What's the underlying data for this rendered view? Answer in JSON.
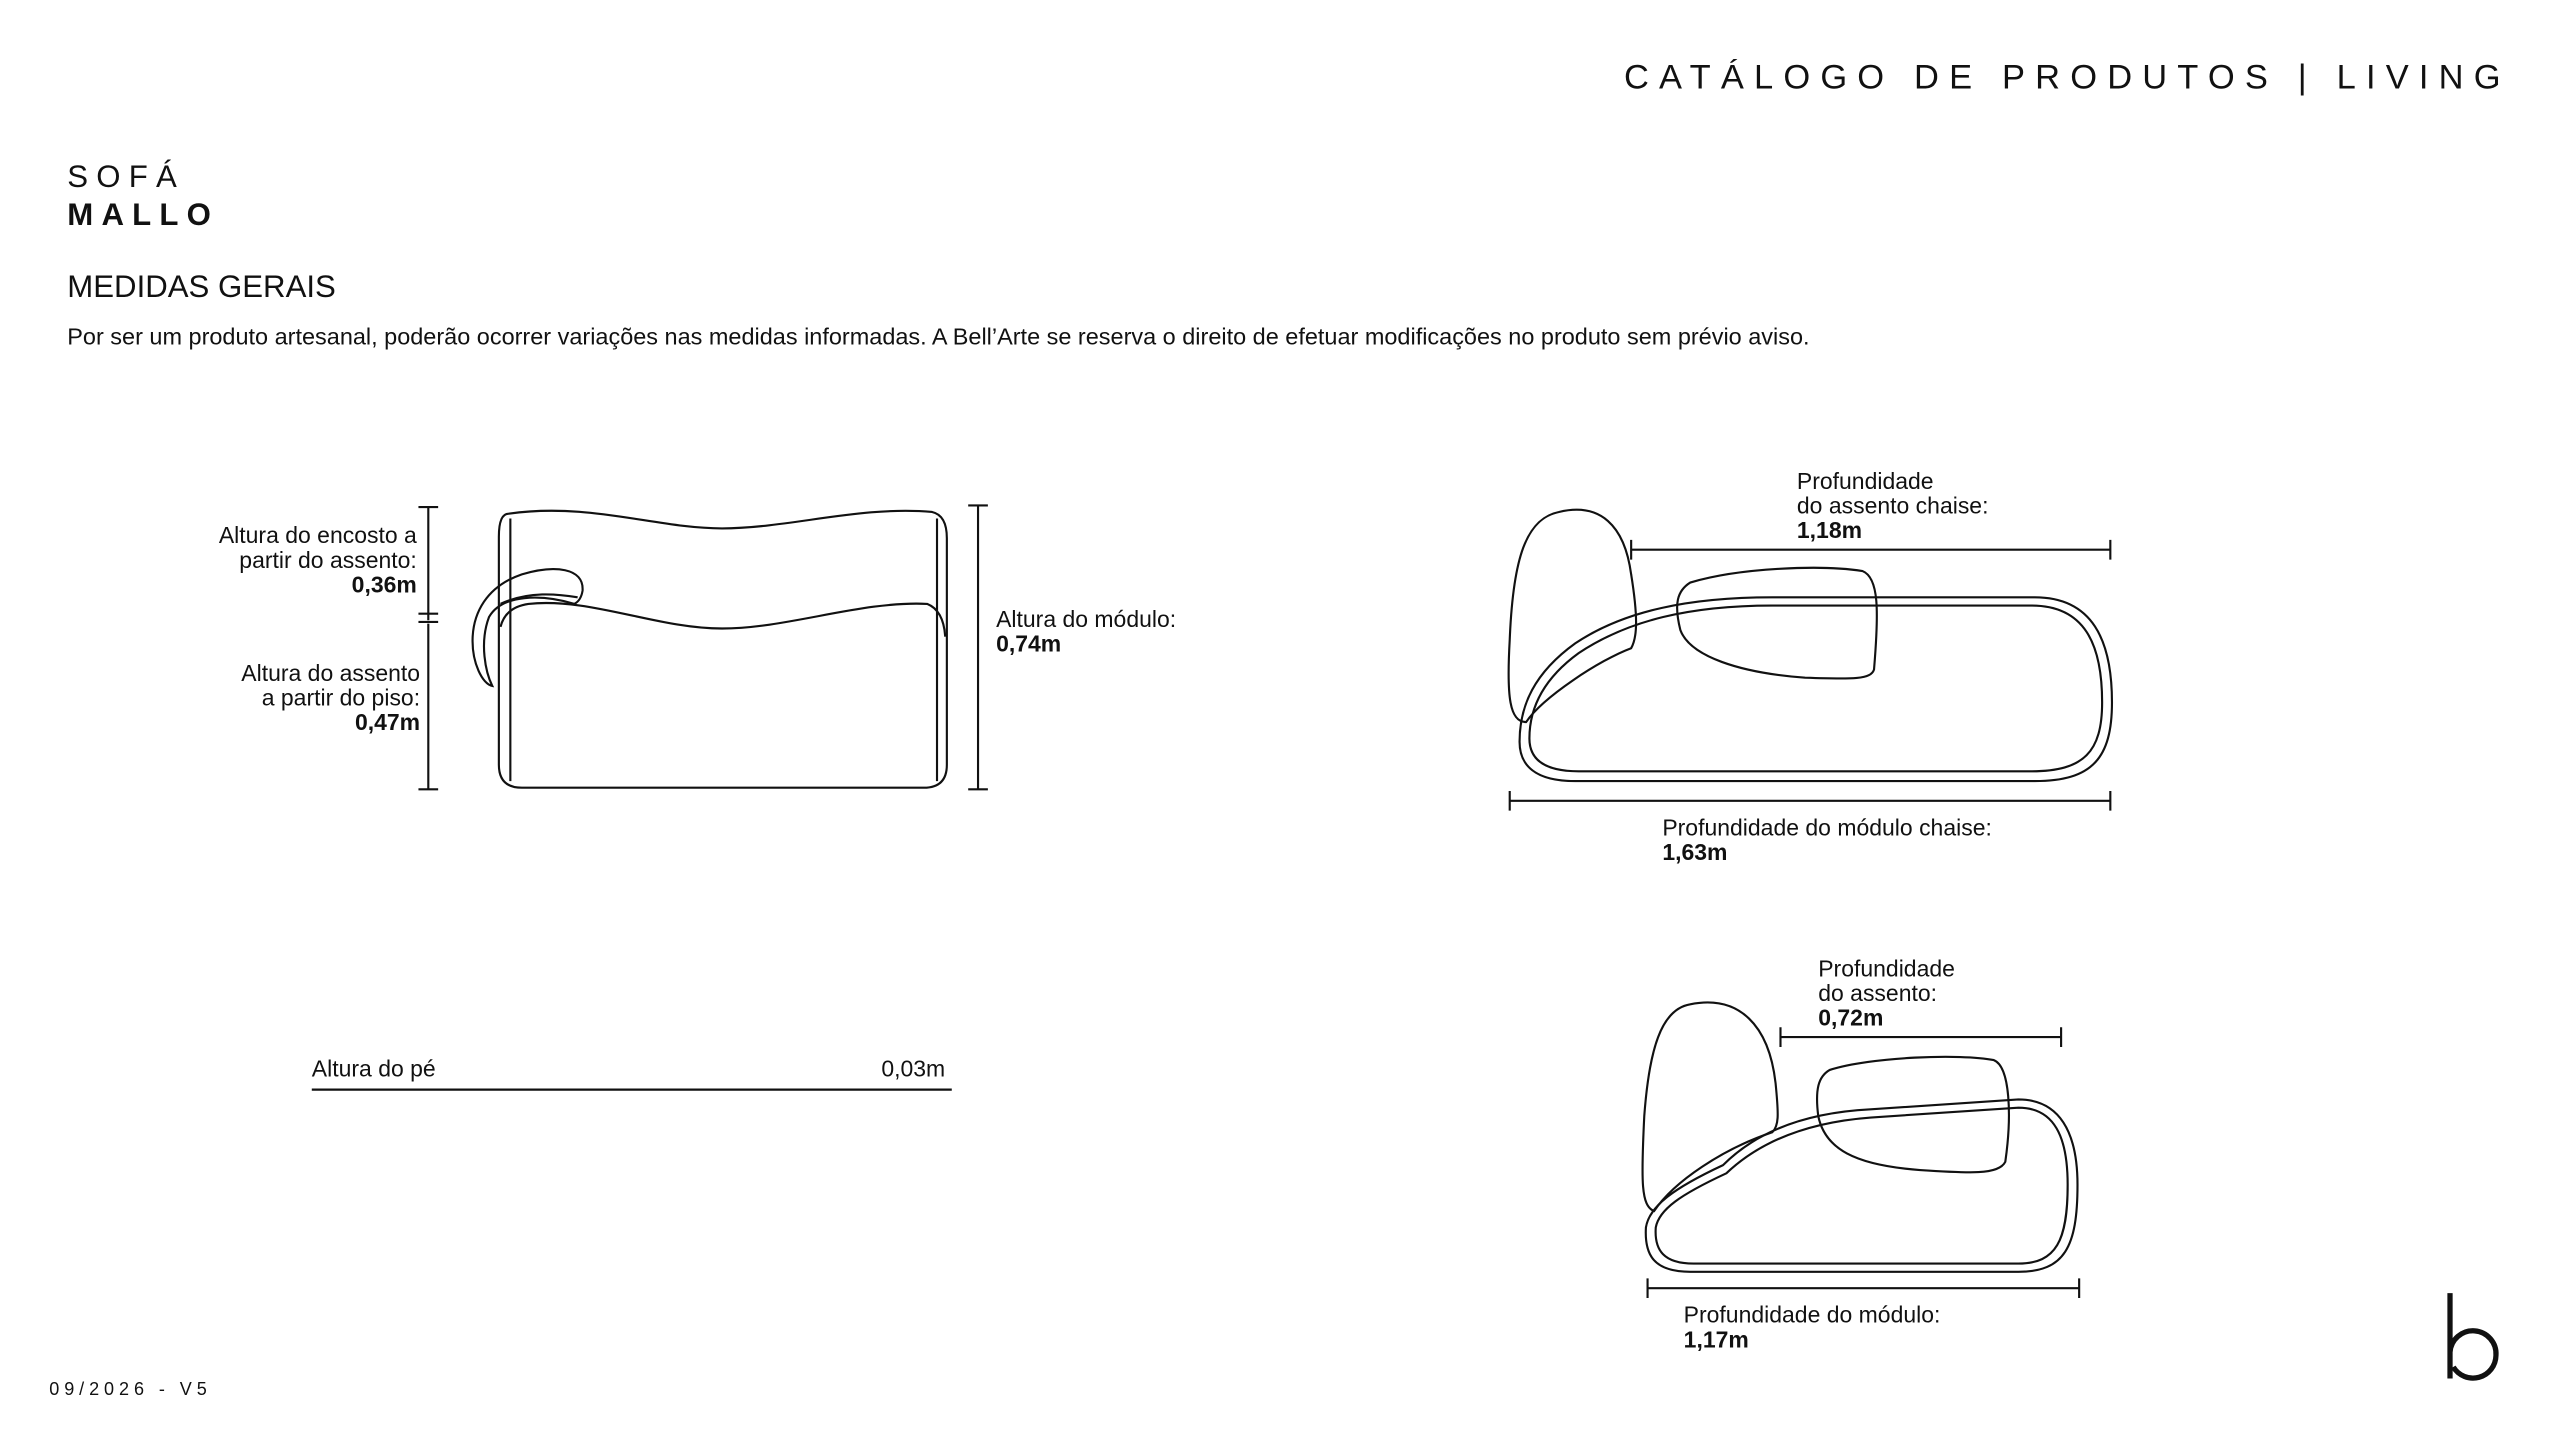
{
  "header": {
    "title": "CATÁLOGO DE PRODUTOS | LIVING"
  },
  "product": {
    "type": "SOFÁ",
    "name": "MALLO"
  },
  "section": {
    "title": "MEDIDAS GERAIS",
    "disclaimer": "Por ser um produto artesanal, poderão ocorrer variações nas medidas informadas. A Bell’Arte se reserva o direito de efetuar modificações no produto sem prévio aviso."
  },
  "front_view": {
    "backrest": {
      "line1": "Altura do encosto a",
      "line2": "partir do assento:",
      "value": "0,36m"
    },
    "seat": {
      "line1": "Altura do assento",
      "line2": "a partir do piso:",
      "value": "0,47m"
    },
    "module": {
      "line1": "Altura do módulo:",
      "value": "0,74m"
    }
  },
  "foot": {
    "label": "Altura do pé",
    "value": "0,03m"
  },
  "chaise_view": {
    "seat_depth": {
      "line1": "Profundidade",
      "line2": "do assento chaise:",
      "value": "1,18m"
    },
    "module_depth": {
      "line1": "Profundidade do módulo chaise:",
      "value": "1,63m"
    }
  },
  "module_view": {
    "seat_depth": {
      "line1": "Profundidade",
      "line2": "do assento:",
      "value": "0,72m"
    },
    "module_depth": {
      "line1": "Profundidade do módulo:",
      "value": "1,17m"
    }
  },
  "footer": {
    "version": "09/2026 - V5",
    "logo": "b"
  }
}
